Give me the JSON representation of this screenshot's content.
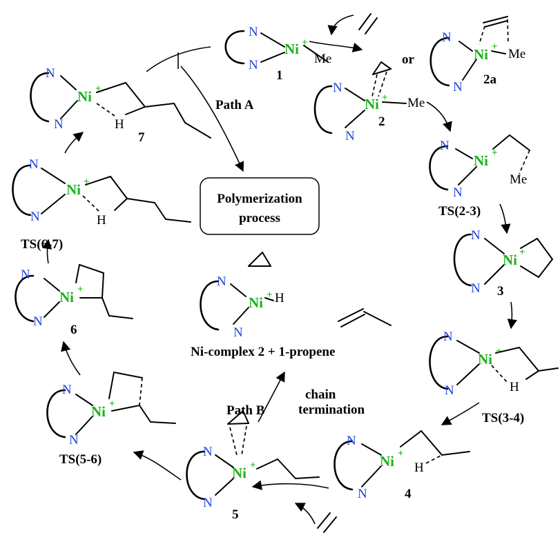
{
  "atoms": {
    "n": "N",
    "ni": "Ni",
    "plus": "+",
    "me": "Me",
    "h": "H"
  },
  "labels": {
    "c1": "1",
    "c2": "2",
    "c2a": "2a",
    "or": "or",
    "ts23": "TS(2-3)",
    "c3": "3",
    "ts34": "TS(3-4)",
    "c4": "4",
    "c5": "5",
    "ts56": "TS(5-6)",
    "c6": "6",
    "ts67": "TS(6-7)",
    "c7": "7"
  },
  "paths": {
    "a": "Path A",
    "b": "Path B",
    "termination_line1": "chain",
    "termination_line2": "termination"
  },
  "box": {
    "line1": "Polymerization",
    "line2": "process"
  },
  "products": {
    "text": "Ni-complex 2 + 1-propene"
  }
}
